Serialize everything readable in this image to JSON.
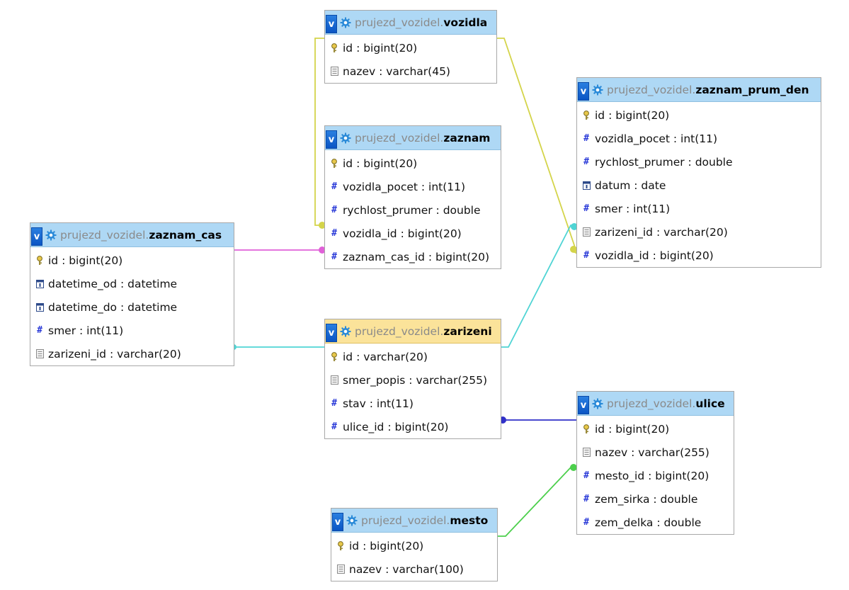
{
  "schema": "prujezd_vozidel",
  "colors": {
    "header": "#aed8f5",
    "header_highlight": "#fbe39a",
    "rel_vozidla": "#d4d44a",
    "rel_zaznam_cas": "#e060d8",
    "rel_zarizeni": "#4fd4d4",
    "rel_ulice": "#3030c8",
    "rel_mesto": "#4ccf4c"
  },
  "tables": {
    "vozidla": {
      "db": "prujezd_vozidel.",
      "name": "vozidla",
      "columns": [
        {
          "label": "id : bigint(20)",
          "icon": "key-icon"
        },
        {
          "label": "nazev : varchar(45)",
          "icon": "text-icon"
        }
      ]
    },
    "zaznam": {
      "db": "prujezd_vozidel.",
      "name": "zaznam",
      "columns": [
        {
          "label": "id : bigint(20)",
          "icon": "key-icon"
        },
        {
          "label": "vozidla_pocet : int(11)",
          "icon": "hash-icon"
        },
        {
          "label": "rychlost_prumer : double",
          "icon": "hash-icon"
        },
        {
          "label": "vozidla_id : bigint(20)",
          "icon": "hash-icon"
        },
        {
          "label": "zaznam_cas_id : bigint(20)",
          "icon": "hash-icon"
        }
      ]
    },
    "zaznam_prum_den": {
      "db": "prujezd_vozidel.",
      "name": "zaznam_prum_den",
      "columns": [
        {
          "label": "id : bigint(20)",
          "icon": "key-icon"
        },
        {
          "label": "vozidla_pocet : int(11)",
          "icon": "hash-icon"
        },
        {
          "label": "rychlost_prumer : double",
          "icon": "hash-icon"
        },
        {
          "label": "datum : date",
          "icon": "calendar-icon"
        },
        {
          "label": "smer : int(11)",
          "icon": "hash-icon"
        },
        {
          "label": "zarizeni_id : varchar(20)",
          "icon": "text-icon"
        },
        {
          "label": "vozidla_id : bigint(20)",
          "icon": "hash-icon"
        }
      ]
    },
    "zaznam_cas": {
      "db": "prujezd_vozidel.",
      "name": "zaznam_cas",
      "columns": [
        {
          "label": "id : bigint(20)",
          "icon": "key-icon"
        },
        {
          "label": "datetime_od : datetime",
          "icon": "calendar-icon"
        },
        {
          "label": "datetime_do : datetime",
          "icon": "calendar-icon"
        },
        {
          "label": "smer : int(11)",
          "icon": "hash-icon"
        },
        {
          "label": "zarizeni_id : varchar(20)",
          "icon": "text-icon"
        }
      ]
    },
    "zarizeni": {
      "db": "prujezd_vozidel.",
      "name": "zarizeni",
      "columns": [
        {
          "label": "id : varchar(20)",
          "icon": "key-icon"
        },
        {
          "label": "smer_popis : varchar(255)",
          "icon": "text-icon"
        },
        {
          "label": "stav : int(11)",
          "icon": "hash-icon"
        },
        {
          "label": "ulice_id : bigint(20)",
          "icon": "hash-icon"
        }
      ]
    },
    "ulice": {
      "db": "prujezd_vozidel.",
      "name": "ulice",
      "columns": [
        {
          "label": "id : bigint(20)",
          "icon": "key-icon"
        },
        {
          "label": "nazev : varchar(255)",
          "icon": "text-icon"
        },
        {
          "label": "mesto_id : bigint(20)",
          "icon": "hash-icon"
        },
        {
          "label": "zem_sirka : double",
          "icon": "hash-icon"
        },
        {
          "label": "zem_delka : double",
          "icon": "hash-icon"
        }
      ]
    },
    "mesto": {
      "db": "prujezd_vozidel.",
      "name": "mesto",
      "columns": [
        {
          "label": "id : bigint(20)",
          "icon": "key-icon"
        },
        {
          "label": "nazev : varchar(100)",
          "icon": "text-icon"
        }
      ]
    }
  },
  "v_label": "v"
}
